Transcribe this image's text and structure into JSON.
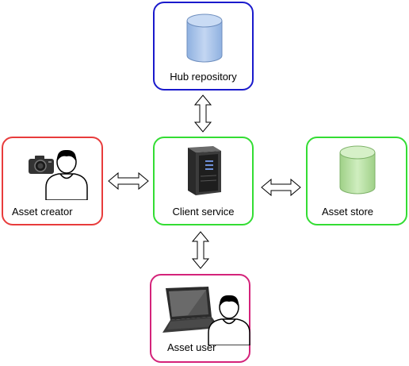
{
  "nodes": {
    "hub": {
      "label": "Hub repository",
      "border_color": "#1a1acc",
      "icon": "database-icon"
    },
    "client": {
      "label": "Client service",
      "border_color": "#33dd33",
      "icon": "server-icon"
    },
    "creator": {
      "label": "Asset creator",
      "border_color": "#e83c3c",
      "icon": "person-with-camera-icon"
    },
    "store": {
      "label": "Asset store",
      "border_color": "#33dd33",
      "icon": "database-icon"
    },
    "user": {
      "label": "Asset user",
      "border_color": "#d4237a",
      "icon": "person-with-laptop-icon"
    }
  },
  "edges": [
    {
      "from": "hub",
      "to": "client",
      "type": "bidirectional"
    },
    {
      "from": "creator",
      "to": "client",
      "type": "bidirectional"
    },
    {
      "from": "client",
      "to": "store",
      "type": "bidirectional"
    },
    {
      "from": "client",
      "to": "user",
      "type": "bidirectional"
    }
  ],
  "colors": {
    "hub_db_fill": "#a9c4ea",
    "store_db_fill": "#b8e0a0",
    "arrow_fill": "#ffffff",
    "arrow_stroke": "#000000"
  }
}
